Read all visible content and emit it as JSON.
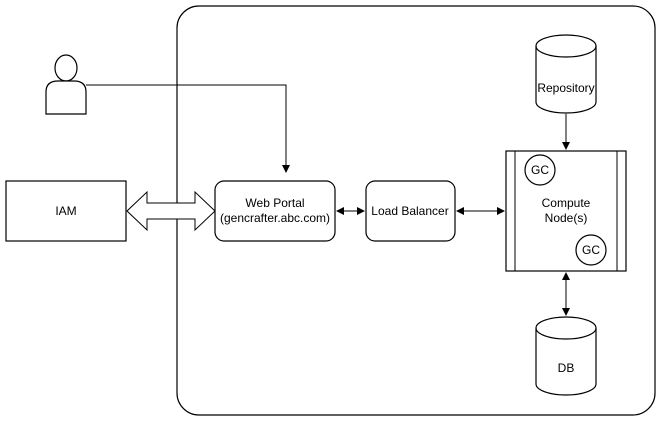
{
  "diagram": {
    "nodes": {
      "iam": "IAM",
      "web_portal": {
        "line1": "Web Portal",
        "line2": "(gencrafter.abc.com)"
      },
      "load_balancer": "Load Balancer",
      "compute_node": {
        "line1": "Compute",
        "line2": "Node(s)"
      },
      "gc_top": "GC",
      "gc_bottom": "GC",
      "repository": "Repository",
      "db": "DB"
    },
    "colors": {
      "stroke": "#000000",
      "fill": "#ffffff"
    }
  }
}
